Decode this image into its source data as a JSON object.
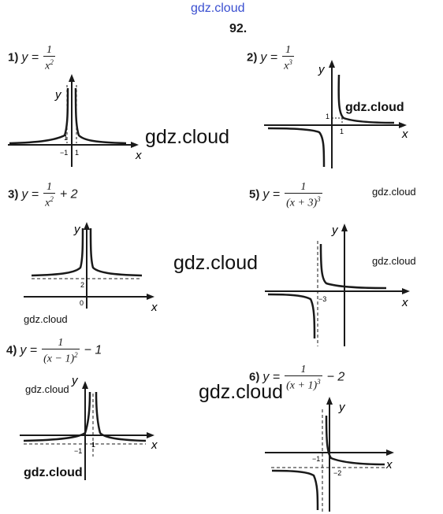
{
  "watermark": "gdz.cloud",
  "problem_number": "92.",
  "graphs": [
    {
      "number": "1)",
      "lhs": "y =",
      "num": "1",
      "den": "x",
      "den_exp": "2",
      "tail": "",
      "axis_x": "x",
      "axis_y": "y",
      "ticks": [
        "−1",
        "1",
        "1"
      ]
    },
    {
      "number": "2)",
      "lhs": "y =",
      "num": "1",
      "den": "x",
      "den_exp": "3",
      "tail": "",
      "axis_x": "x",
      "axis_y": "y",
      "ticks": [
        "1",
        "1"
      ]
    },
    {
      "number": "3)",
      "lhs": "y =",
      "num": "1",
      "den": "x",
      "den_exp": "2",
      "tail": "+ 2",
      "axis_x": "x",
      "axis_y": "y",
      "ticks": [
        "2",
        "0"
      ]
    },
    {
      "number": "4)",
      "lhs": "y =",
      "num": "1",
      "den": "(x − 1)",
      "den_exp": "2",
      "tail": "− 1",
      "axis_x": "x",
      "axis_y": "y",
      "ticks": [
        "−1",
        "1"
      ]
    },
    {
      "number": "5)",
      "lhs": "y =",
      "num": "1",
      "den": "(x + 3)",
      "den_exp": "3",
      "tail": "",
      "axis_x": "x",
      "axis_y": "y",
      "ticks": [
        "−3"
      ]
    },
    {
      "number": "6)",
      "lhs": "y =",
      "num": "1",
      "den": "(x + 1)",
      "den_exp": "3",
      "tail": "− 2",
      "axis_x": "x",
      "axis_y": "y",
      "ticks": [
        "−1",
        "−2"
      ]
    }
  ]
}
